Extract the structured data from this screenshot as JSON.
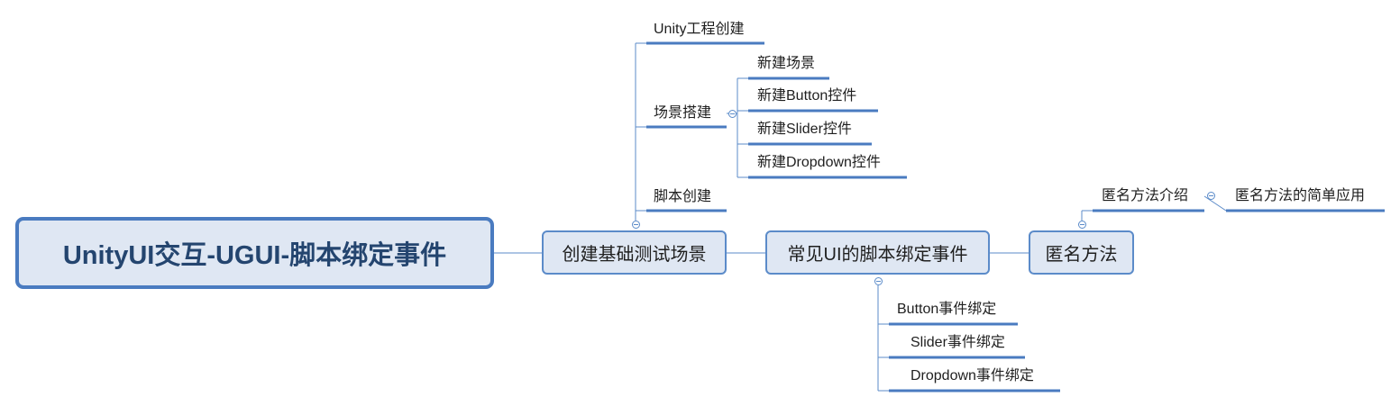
{
  "central": "UnityUI交互-UGUI-脚本绑定事件",
  "main_topics": [
    "创建基础测试场景",
    "常见UI的脚本绑定事件",
    "匿名方法"
  ],
  "branch1": {
    "unity_project": "Unity工程创建",
    "scene_setup": "场景搭建",
    "scene_children": [
      "新建场景",
      "新建Button控件",
      "新建Slider控件",
      "新建Dropdown控件"
    ],
    "script_create": "脚本创建"
  },
  "branch2": {
    "children": [
      "Button事件绑定",
      "Slider事件绑定",
      "Dropdown事件绑定"
    ]
  },
  "branch3": {
    "intro": "匿名方法介绍",
    "usage": "匿名方法的简单应用"
  },
  "colors": {
    "line": "#5b8bc9",
    "central_fill": "#dfe7f3",
    "central_border": "#4a7bc0"
  }
}
